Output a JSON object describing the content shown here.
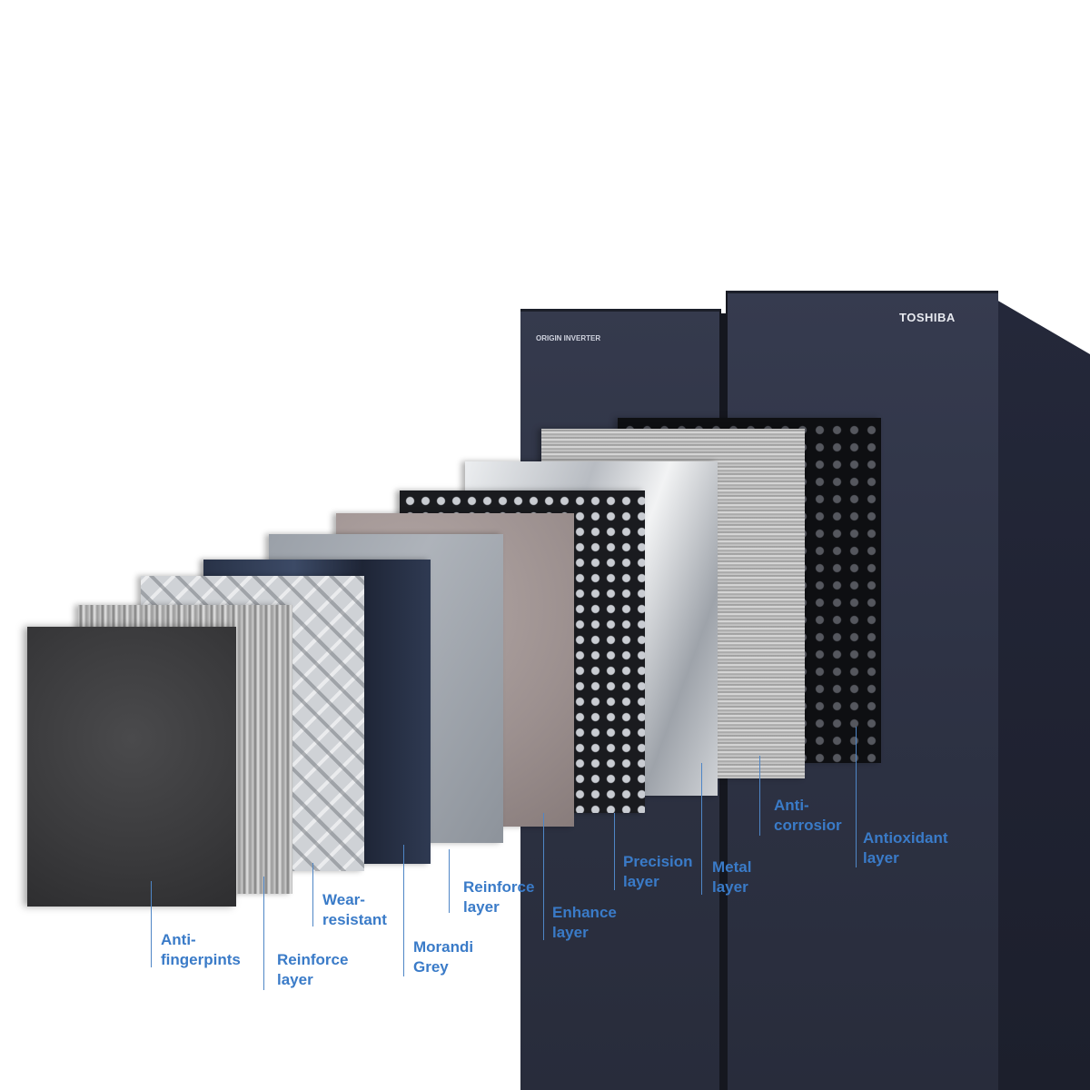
{
  "fridge": {
    "brand": "TOSHIBA",
    "badge": "ORIGIN INVERTER"
  },
  "layers": [
    {
      "name": "antioxidant-layer",
      "label": "Antioxidant\nlayer"
    },
    {
      "name": "anti-corrosion-layer",
      "label": "Anti-\ncorrosior"
    },
    {
      "name": "metal-layer",
      "label": "Metal\nlayer"
    },
    {
      "name": "precision-layer",
      "label": "Precision\nlayer"
    },
    {
      "name": "enhance-layer",
      "label": "Enhance\nlayer"
    },
    {
      "name": "reinforce-layer-upper",
      "label": "Reinforce\nlayer"
    },
    {
      "name": "morandi-grey-layer",
      "label": "Morandi\nGrey"
    },
    {
      "name": "wear-resistant-layer",
      "label": "Wear-\nresistant"
    },
    {
      "name": "reinforce-layer-lower",
      "label": "Reinforce\nlayer"
    },
    {
      "name": "anti-fingerprints-layer",
      "label": "Anti-\nfingerpints"
    }
  ],
  "colors": {
    "label_blue": "#3a7bc8",
    "fridge_body": "#2e3344"
  }
}
